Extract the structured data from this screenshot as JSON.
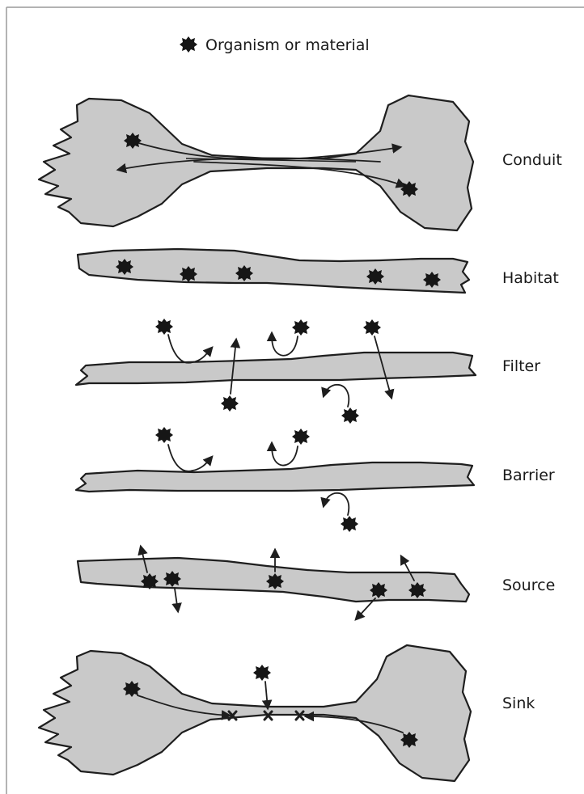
{
  "legend": {
    "label": "Organism or material",
    "icon": "organism-blob-icon"
  },
  "rows": [
    {
      "id": "conduit",
      "label": "Conduit"
    },
    {
      "id": "habitat",
      "label": "Habitat"
    },
    {
      "id": "filter",
      "label": "Filter"
    },
    {
      "id": "barrier",
      "label": "Barrier"
    },
    {
      "id": "source",
      "label": "Source"
    },
    {
      "id": "sink",
      "label": "Sink"
    }
  ],
  "colors": {
    "corridor_fill": "#c9c9c9",
    "ink": "#1e1e1e",
    "frame": "#9a9a9a"
  }
}
